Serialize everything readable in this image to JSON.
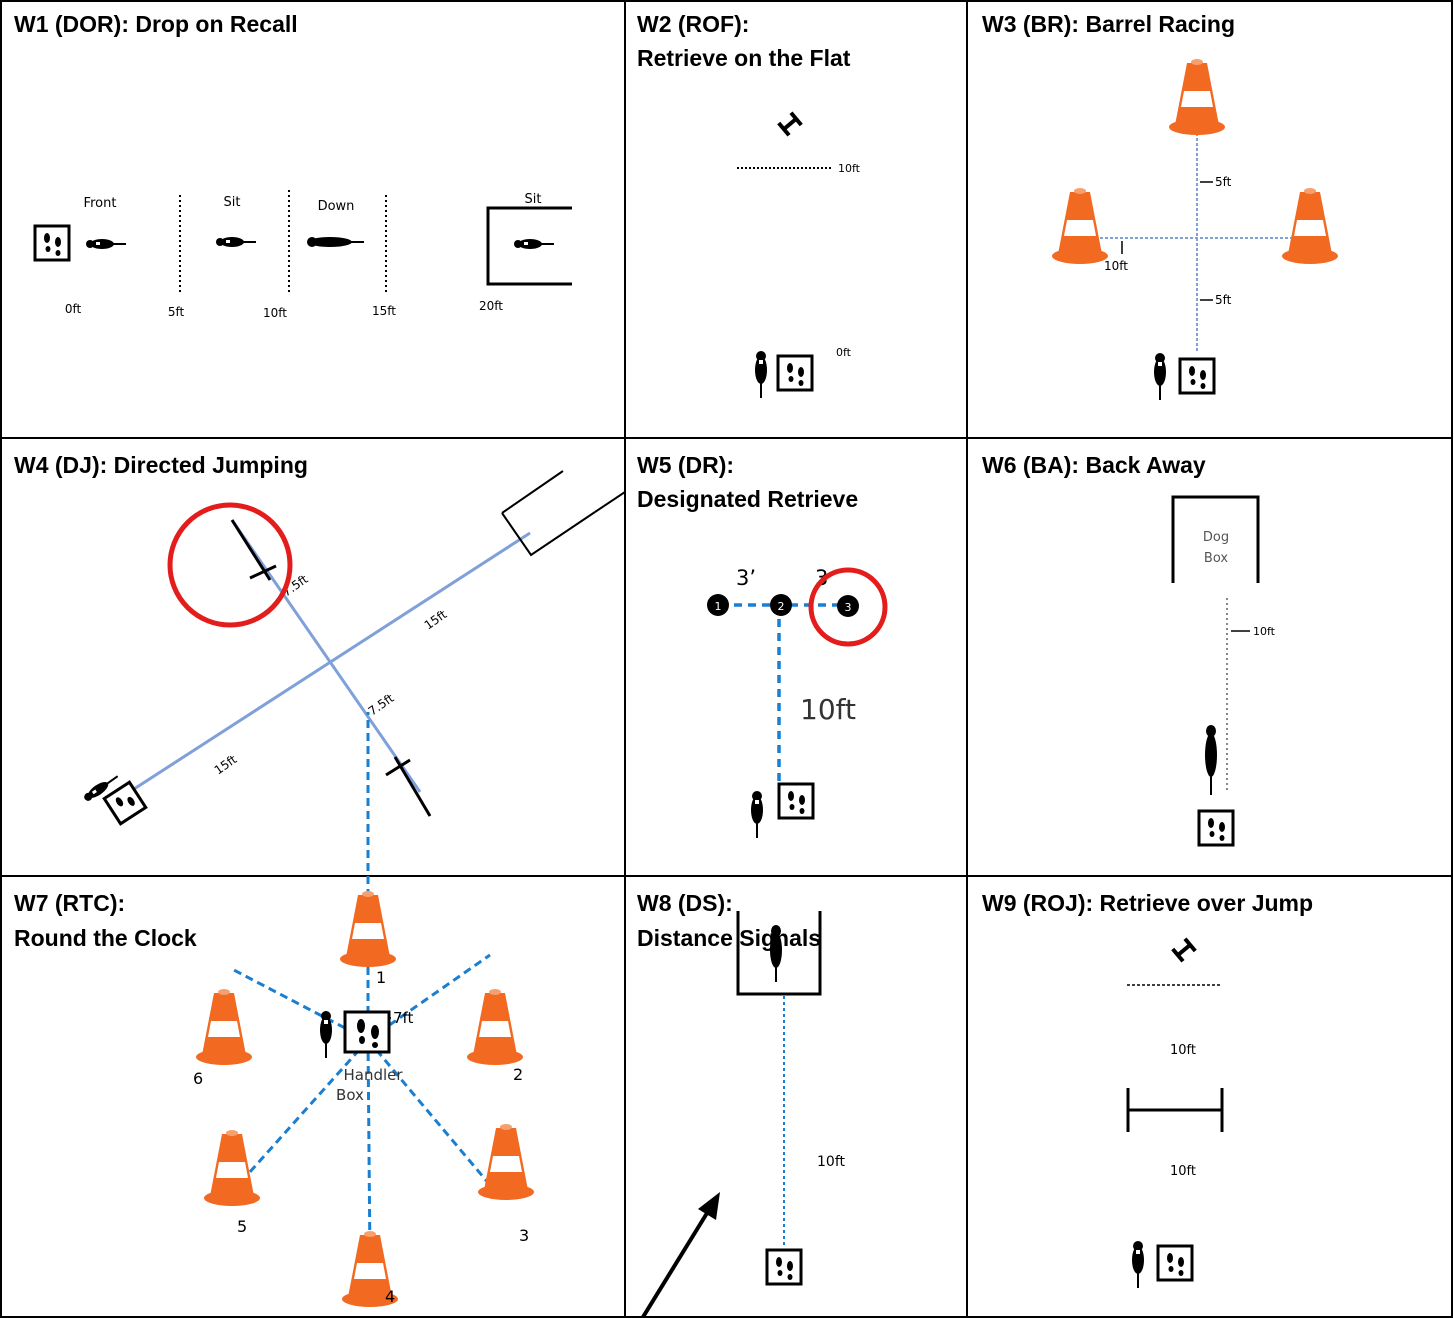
{
  "colors": {
    "cone": "#f26a22",
    "line": "#1a7fd1",
    "circle": "#e31c1c",
    "ink": "#000000"
  },
  "cells": {
    "w1": {
      "title": "W1 (DOR): Drop on Recall",
      "positions": [
        "Front",
        "Sit",
        "Down",
        "Sit"
      ],
      "distances": [
        "0ft",
        "5ft",
        "10ft",
        "15ft",
        "20ft"
      ]
    },
    "w2": {
      "title_line1": "W2 (ROF):",
      "title_line2": "Retrieve on the Flat",
      "label_10ft": "10ft",
      "label_0ft": "0ft"
    },
    "w3": {
      "title": "W3 (BR): Barrel Racing",
      "label_5ft_top": "5ft",
      "label_10ft": "10ft",
      "label_5ft_bottom": "5ft"
    },
    "w4": {
      "title": "W4 (DJ): Directed Jumping",
      "labels": [
        "7.5ft",
        "15ft",
        "7.5ft",
        "15ft"
      ]
    },
    "w5": {
      "title_line1": "W5 (DR):",
      "title_line2": "Designated Retrieve",
      "spacing_1": "3’",
      "spacing_2": "3",
      "markers": [
        "1",
        "2",
        "3"
      ],
      "distance": "10ft"
    },
    "w6": {
      "title": "W6 (BA): Back Away",
      "box_line1": "Dog",
      "box_line2": "Box",
      "distance": "10ft"
    },
    "w7": {
      "title_line1": "W7 (RTC):",
      "title_line2": "Round the Clock",
      "cone_numbers": [
        "1",
        "2",
        "3",
        "4",
        "5",
        "6"
      ],
      "distance": "7ft",
      "box_line1": "Handler",
      "box_line2": "Box"
    },
    "w8": {
      "title_line1": "W8 (DS):",
      "title_line2": "Distance Signals",
      "distance": "10ft"
    },
    "w9": {
      "title": "W9 (ROJ): Retrieve over Jump",
      "distance_1": "10ft",
      "distance_2": "10ft"
    }
  }
}
